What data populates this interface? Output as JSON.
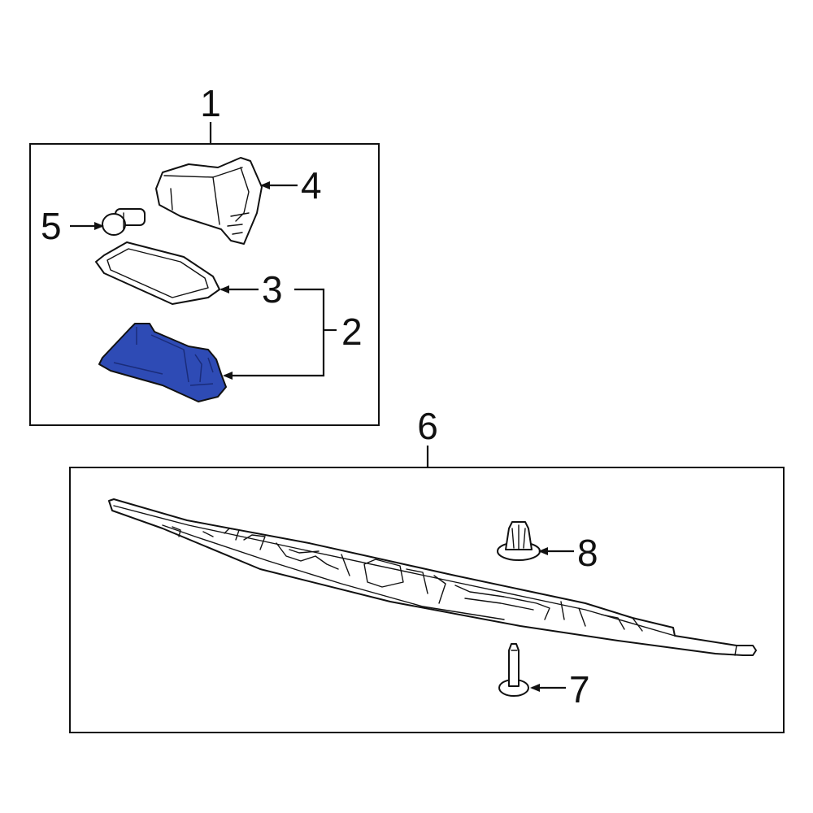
{
  "callouts": {
    "c1": "1",
    "c2": "2",
    "c3": "3",
    "c4": "4",
    "c5": "5",
    "c6": "6",
    "c7": "7",
    "c8": "8"
  },
  "colors": {
    "highlight": "#2E4BB5",
    "highlight_dark": "#1a2c7a",
    "line": "#111111",
    "background": "#ffffff"
  },
  "highlighted_part": "2"
}
